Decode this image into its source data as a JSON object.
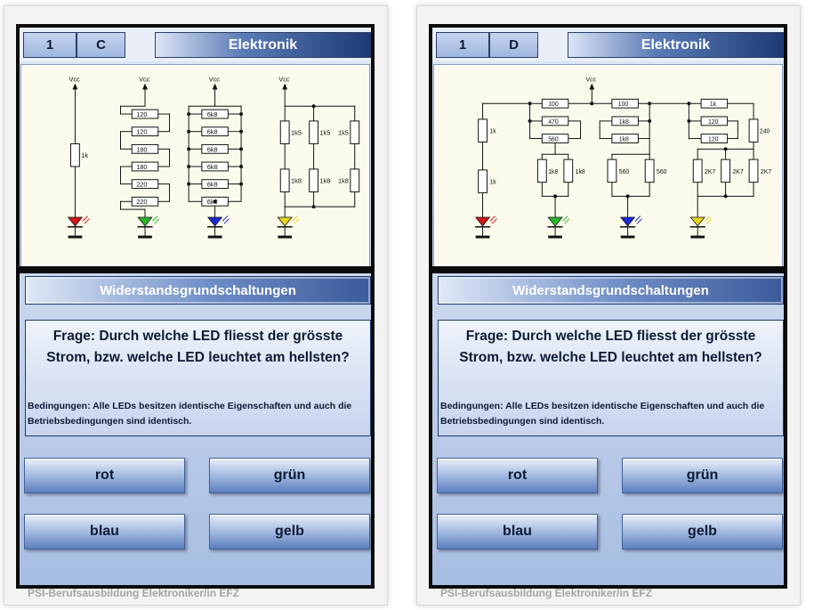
{
  "colors": {
    "red": "#d01818",
    "green": "#28b828",
    "blue": "#1a2ad8",
    "yellow": "#e6d61e"
  },
  "cards": [
    {
      "number": "1",
      "letter": "C",
      "subject": "Elektronik",
      "topic": "Widerstandsgrundschaltungen",
      "question": "Frage: Durch welche LED fliesst der grösste Strom, bzw. welche LED leuchtet am hellsten?",
      "conditions": "Bedingungen: Alle LEDs besitzen identische Eigenschaften und auch die Betriebsbedingungen sind identisch.",
      "answers": [
        "rot",
        "grün",
        "blau",
        "gelb"
      ],
      "footer": "PSI-Berufsausbildung Elektroniker/in EFZ",
      "circuit": {
        "vcc": "Vcc",
        "red": [
          "1k"
        ],
        "green": [
          "120",
          "120",
          "180",
          "180",
          "220",
          "220"
        ],
        "blue": [
          "6k8",
          "6k8",
          "6k8",
          "6k8",
          "6k8",
          "6k8"
        ],
        "yellow": [
          "1k5",
          "1k5",
          "1k5",
          "1k8",
          "1k8",
          "1k8"
        ]
      }
    },
    {
      "number": "1",
      "letter": "D",
      "subject": "Elektronik",
      "topic": "Widerstandsgrundschaltungen",
      "question": "Frage: Durch welche LED fliesst der grösste Strom, bzw. welche LED leuchtet am hellsten?",
      "conditions": "Bedingungen: Alle LEDs besitzen identische Eigenschaften und auch die Betriebsbedingungen sind identisch.",
      "answers": [
        "rot",
        "grün",
        "blau",
        "gelb"
      ],
      "footer": "PSI-Berufsausbildung Elektroniker/in EFZ",
      "circuit": {
        "vcc": "Vcc",
        "red": [
          "1k",
          "1k"
        ],
        "green": [
          "100",
          "470",
          "560",
          "1k8",
          "1k8"
        ],
        "blue": [
          "100",
          "1k8",
          "1k8",
          "560",
          "560"
        ],
        "yellow": [
          "1k",
          "120",
          "120",
          "240",
          "2K7",
          "2K7",
          "2K7"
        ]
      }
    }
  ]
}
